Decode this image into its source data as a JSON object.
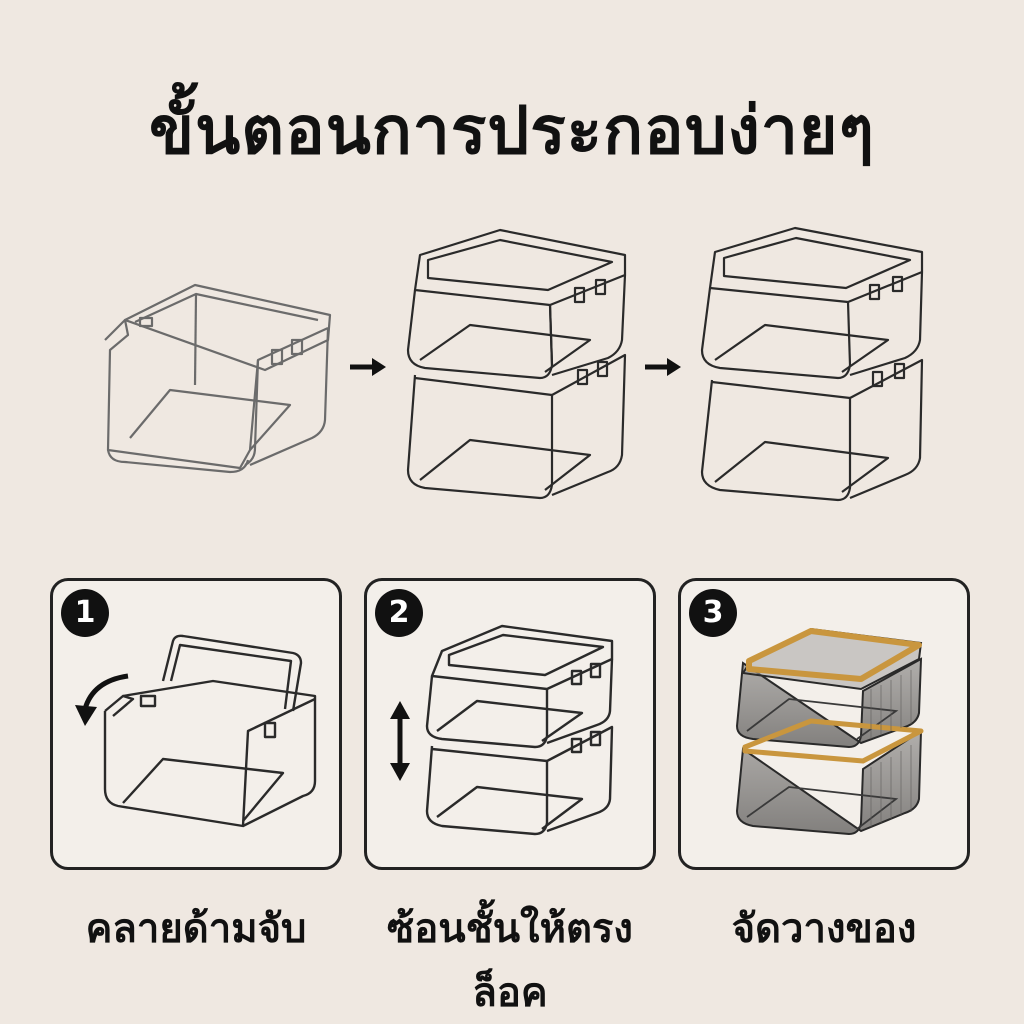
{
  "title": "ขั้นตอนการประกอบง่ายๆ",
  "steps": [
    {
      "number": "1",
      "caption": "คลายด้ามจับ"
    },
    {
      "number": "2",
      "caption": "ซ้อนชั้นให้ตรงล็อค"
    },
    {
      "number": "3",
      "caption": "จัดวางของ"
    }
  ],
  "colors": {
    "background": "#efe8e1",
    "line": "#2a2a2a",
    "gold_rim": "#c9963e",
    "smoke_body": "#7f7d7b"
  },
  "icons": [
    "right-arrow-icon",
    "curved-arrow-icon",
    "up-down-arrow-icon"
  ]
}
